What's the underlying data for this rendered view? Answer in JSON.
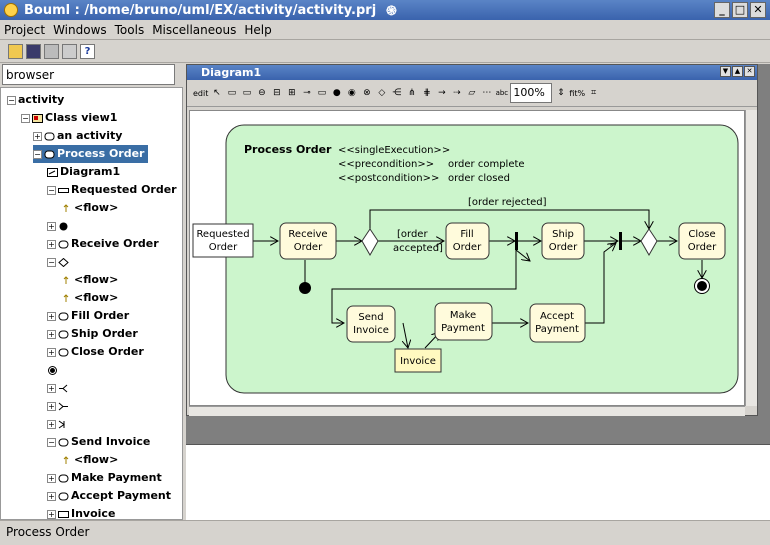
{
  "window": {
    "title": "Bouml : /home/bruno/uml/EX/activity/activity.prj",
    "swirl": "֍",
    "buttons": [
      "_",
      "□",
      "✕"
    ]
  },
  "menu": [
    "Project",
    "Windows",
    "Tools",
    "Miscellaneous",
    "Help"
  ],
  "toolbar": [
    "open-icon",
    "save-icon",
    "print-icon",
    "search-icon",
    "help-icon"
  ],
  "browser": {
    "search_value": "browser",
    "tree": [
      {
        "label": "activity",
        "exp": "−",
        "icon": "",
        "sel": false
      },
      {
        "label": "Class view1",
        "exp": "−",
        "icon": "classview",
        "sel": false
      },
      {
        "label": "an activity",
        "exp": "+",
        "icon": "activity",
        "sel": false
      },
      {
        "label": "Process Order",
        "exp": "−",
        "icon": "activity",
        "sel": true
      },
      {
        "label": "Diagram1",
        "exp": "",
        "icon": "diagram",
        "sel": false
      },
      {
        "label": "Requested Order",
        "exp": "−",
        "icon": "pin",
        "sel": false
      },
      {
        "label": "<flow>",
        "exp": "",
        "icon": "flow",
        "sel": false
      },
      {
        "label": "",
        "exp": "+",
        "icon": "initial",
        "sel": false
      },
      {
        "label": "Receive Order",
        "exp": "+",
        "icon": "action",
        "sel": false
      },
      {
        "label": "",
        "exp": "−",
        "icon": "decision",
        "sel": false
      },
      {
        "label": "<flow>",
        "exp": "",
        "icon": "flow",
        "sel": false
      },
      {
        "label": "<flow>",
        "exp": "",
        "icon": "flow",
        "sel": false
      },
      {
        "label": "Fill Order",
        "exp": "+",
        "icon": "action",
        "sel": false
      },
      {
        "label": "Ship Order",
        "exp": "+",
        "icon": "action",
        "sel": false
      },
      {
        "label": "Close Order",
        "exp": "+",
        "icon": "action",
        "sel": false
      },
      {
        "label": "",
        "exp": "",
        "icon": "final",
        "sel": false
      },
      {
        "label": "",
        "exp": "+",
        "icon": "fork",
        "sel": false
      },
      {
        "label": "",
        "exp": "+",
        "icon": "join",
        "sel": false
      },
      {
        "label": "",
        "exp": "+",
        "icon": "merge",
        "sel": false
      },
      {
        "label": "Send Invoice",
        "exp": "−",
        "icon": "action",
        "sel": false
      },
      {
        "label": "<flow>",
        "exp": "",
        "icon": "flow",
        "sel": false
      },
      {
        "label": "Make Payment",
        "exp": "+",
        "icon": "action",
        "sel": false
      },
      {
        "label": "Accept Payment",
        "exp": "+",
        "icon": "action",
        "sel": false
      },
      {
        "label": "Invoice",
        "exp": "+",
        "icon": "object",
        "sel": false
      }
    ]
  },
  "diagram_window": {
    "title": "Diagram1",
    "toolbar_edit": "edit",
    "toolbar_abc": "abc",
    "zoom": "100%",
    "fit": "fit%"
  },
  "diagram": {
    "activity_name": "Process Order",
    "single_execution": "<<singleExecution>>",
    "precondition_label": "<<precondition>>",
    "precondition_value": "order complete",
    "postcondition_label": "<<postcondition>>",
    "postcondition_value": "order closed",
    "nodes": {
      "requested_order": [
        "Requested",
        "Order"
      ],
      "receive_order": [
        "Receive",
        "Order"
      ],
      "fill_order": [
        "Fill",
        "Order"
      ],
      "ship_order": [
        "Ship",
        "Order"
      ],
      "close_order": [
        "Close",
        "Order"
      ],
      "send_invoice": [
        "Send",
        "Invoice"
      ],
      "make_payment": [
        "Make",
        "Payment"
      ],
      "accept_payment": [
        "Accept",
        "Payment"
      ],
      "invoice": "Invoice"
    },
    "guards": {
      "order_rejected": "[order rejected]",
      "order_accepted": [
        "[order",
        "accepted]"
      ]
    }
  },
  "status": "Process Order"
}
